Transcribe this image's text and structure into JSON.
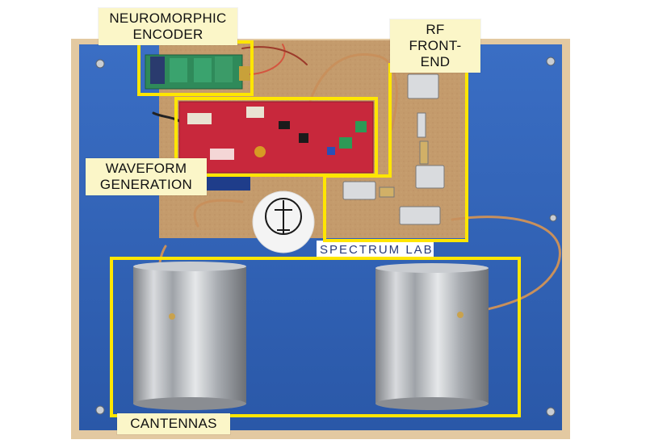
{
  "labels": {
    "encoder": "NEUROMORPHIC\nENCODER",
    "rf": "RF\nFRONT-END",
    "waveform": "WAVEFORM\nGENERATION",
    "cantennas": "CANTENNAS"
  },
  "lab_name": "SPECTRUM LAB",
  "colors": {
    "highlight": "#ffe600",
    "label_bg": "#fbf6c8",
    "panel_blue": "#2f63b9",
    "board": "#c49b6c",
    "pcb_red": "#c8283c",
    "can": "#b9bcc0"
  }
}
